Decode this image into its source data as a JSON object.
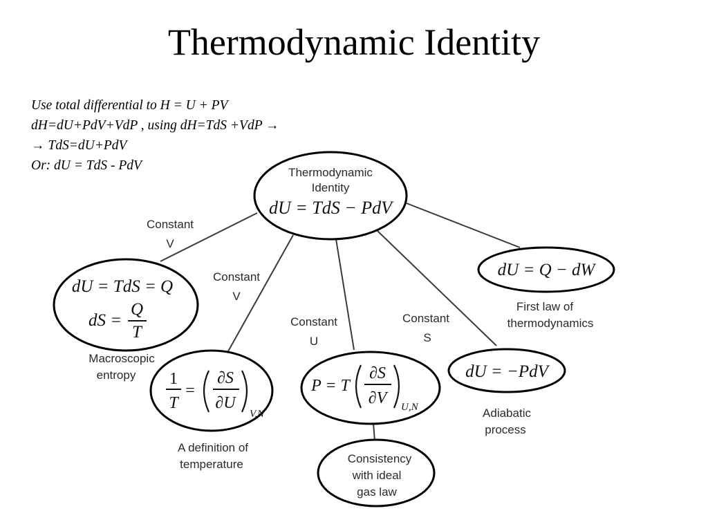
{
  "title": "Thermodynamic Identity",
  "intro": {
    "line1": "Use total differential to H = U + PV",
    "line2": "dH=dU+PdV+VdP , using  dH=TdS +VdP →",
    "line3": "→ TdS=dU+PdV",
    "line4": "Or: dU = TdS - PdV"
  },
  "center": {
    "label1": "Thermodynamic",
    "label2": "Identity",
    "equation": "dU = TdS − PdV"
  },
  "first_law": {
    "equation": "dU =   Q − dW",
    "caption1": "First law of",
    "caption2": "thermodynamics"
  },
  "entropy": {
    "eq1": "dU = TdS = Q",
    "eq2_lhs": "dS =",
    "num": "Q",
    "den": "T",
    "caption1": "Macroscopic",
    "caption2": "entropy"
  },
  "temperature": {
    "num1": "1",
    "den1": "T",
    "equals": "=",
    "num2": "∂S",
    "den2": "∂U",
    "subscript": "V,N",
    "caption1": "A definition of",
    "caption2": "temperature"
  },
  "pressure": {
    "lhs": "P = T",
    "num": "∂S",
    "den": "∂V",
    "subscript": "U,N"
  },
  "ideal_gas": {
    "line1": "Consistency",
    "line2": "with ideal",
    "line3": "gas law"
  },
  "adiabatic": {
    "equation": "dU = −PdV",
    "caption1": "Adiabatic",
    "caption2": "process"
  },
  "edge_labels": {
    "const_v_left_1": "Constant",
    "const_v_left_2": "V",
    "const_v_mid_1": "Constant",
    "const_v_mid_2": "V",
    "const_u_1": "Constant",
    "const_u_2": "U",
    "const_s_1": "Constant",
    "const_s_2": "S"
  }
}
